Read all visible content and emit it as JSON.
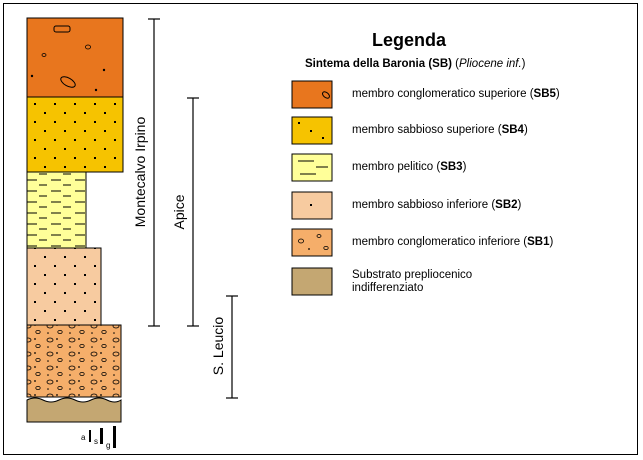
{
  "legend": {
    "title": "Legenda",
    "subtitle_main": "Sintema della Baronia (SB)",
    "subtitle_age": "Pliocene inf.",
    "items": [
      {
        "text": "membro conglomeratico superiore (",
        "code": "SB5",
        "close": ")",
        "color": "#E8761E",
        "pattern": "conglomerate"
      },
      {
        "text": "membro sabbioso superiore (",
        "code": "SB4",
        "close": ")",
        "color": "#F6C300",
        "pattern": "dots"
      },
      {
        "text": "membro pelitico (",
        "code": "SB3",
        "close": ")",
        "color": "#FFFF99",
        "pattern": "dashes"
      },
      {
        "text": "membro sabbioso inferiore (",
        "code": "SB2",
        "close": ")",
        "color": "#F7CBA0",
        "pattern": "dots"
      },
      {
        "text": "membro conglomeratico inferiore (",
        "code": "SB1",
        "close": ")",
        "color": "#F5AE6A",
        "pattern": "conglomerate"
      },
      {
        "text": "Substrato prepliocenico indifferenziato",
        "code": "",
        "close": "",
        "color": "#C4A772",
        "pattern": "none"
      }
    ]
  },
  "ranges": {
    "r1": "Montecalvo Irpino",
    "r2": "Apice",
    "r3": "S. Leucio"
  },
  "footer": {
    "a": "a",
    "s": "s",
    "g": "g"
  }
}
